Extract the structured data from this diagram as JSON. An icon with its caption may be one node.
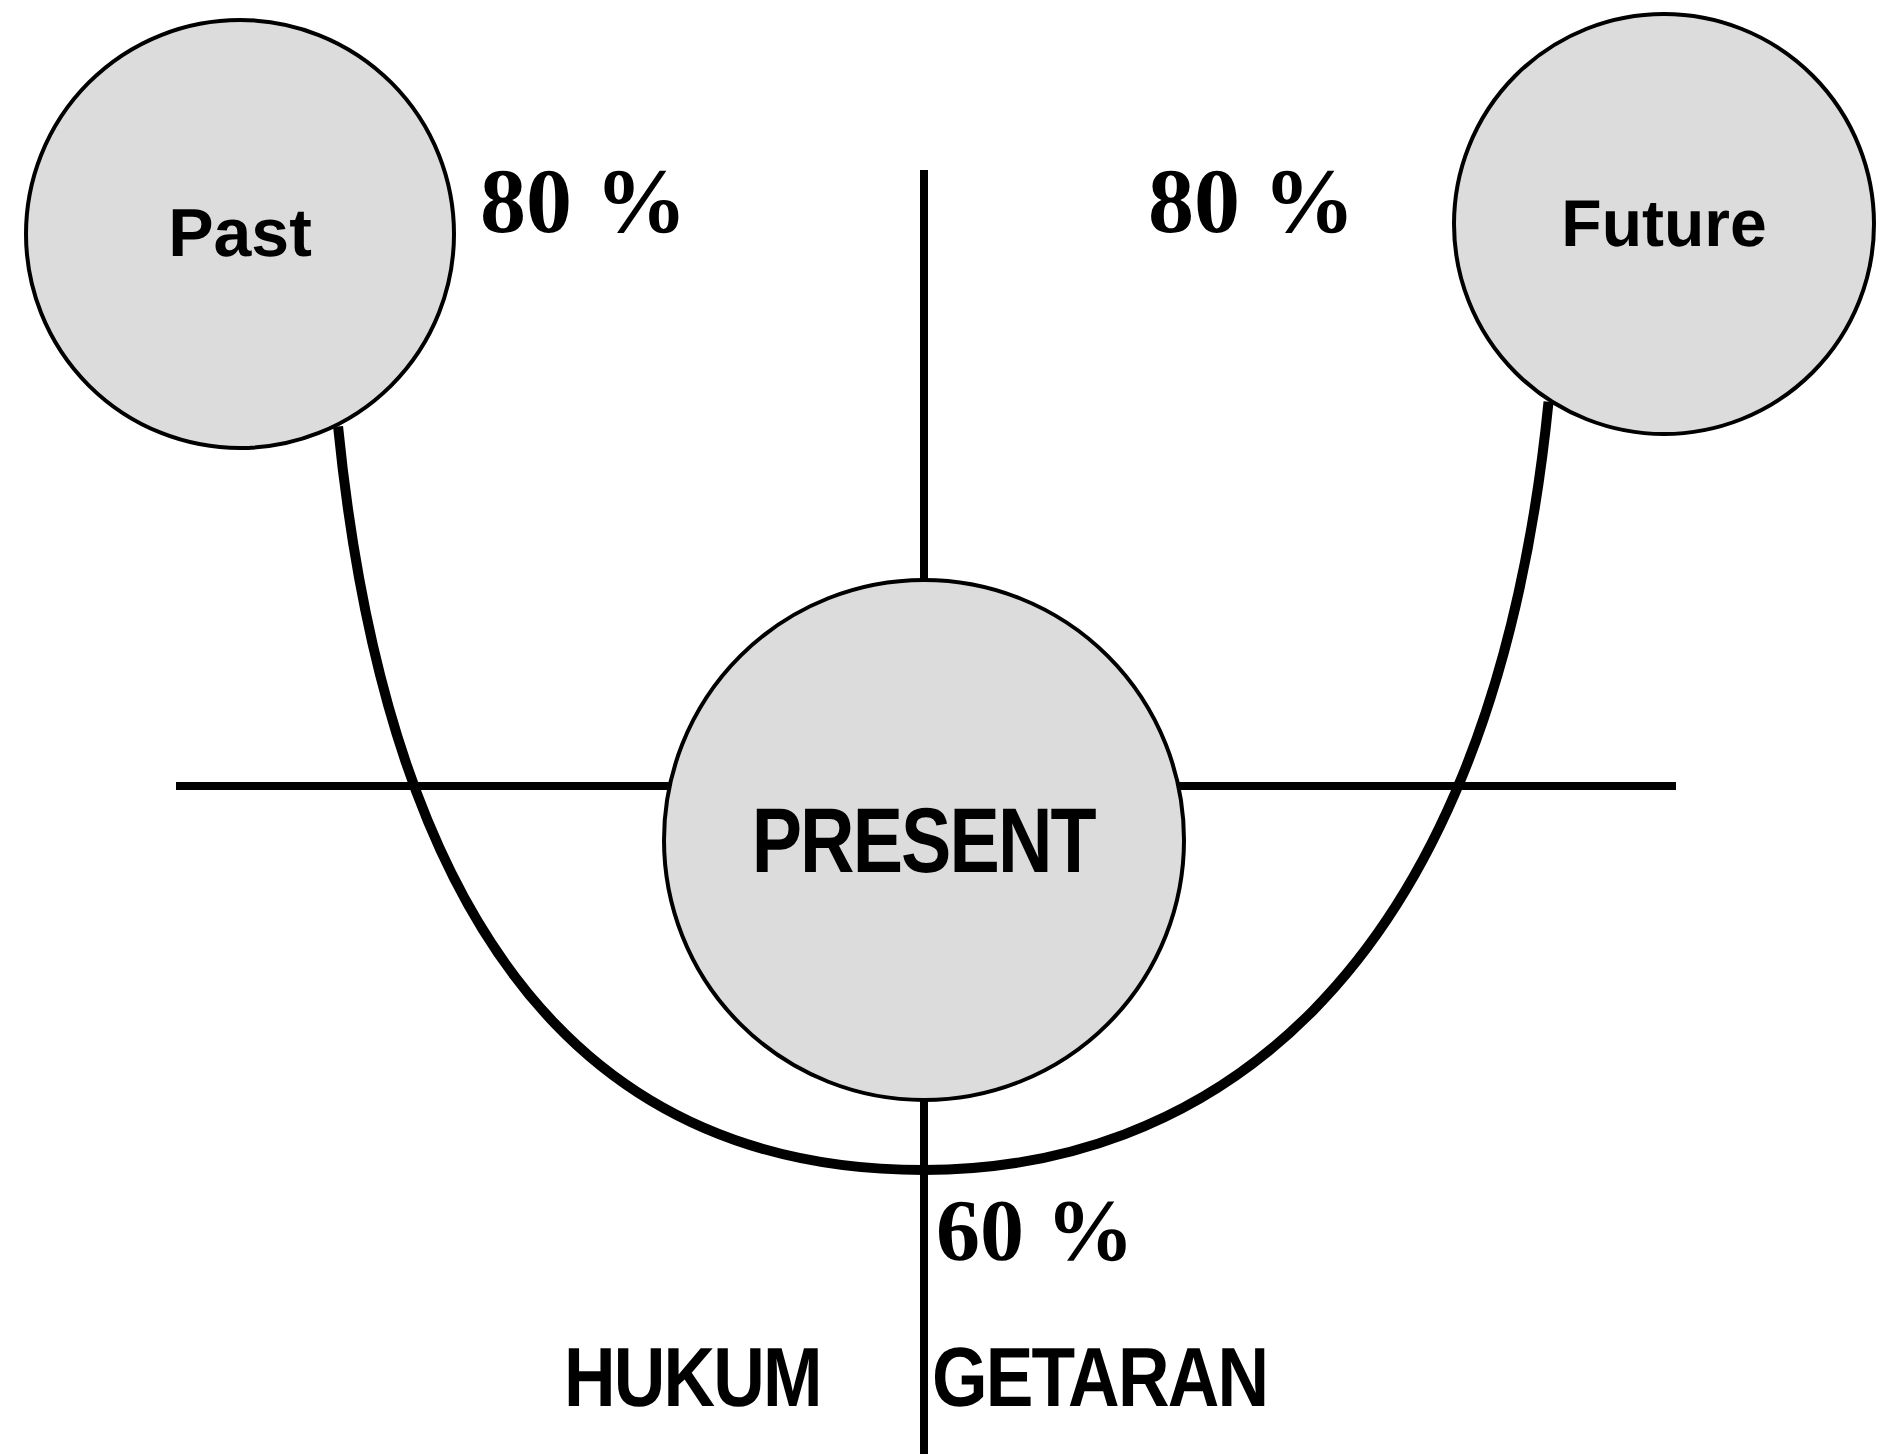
{
  "diagram": {
    "nodes": [
      {
        "text": [
          "Past"
        ]
      },
      {
        "text": [
          "PRESENT"
        ]
      },
      {
        "text": [
          "Future"
        ]
      }
    ],
    "edges": [
      {
        "from": 0,
        "to": 2,
        "arrow": "none"
      }
    ],
    "labels": [
      "80 %",
      "80 %",
      "60 %",
      "HUKUM",
      "GETARAN"
    ]
  }
}
